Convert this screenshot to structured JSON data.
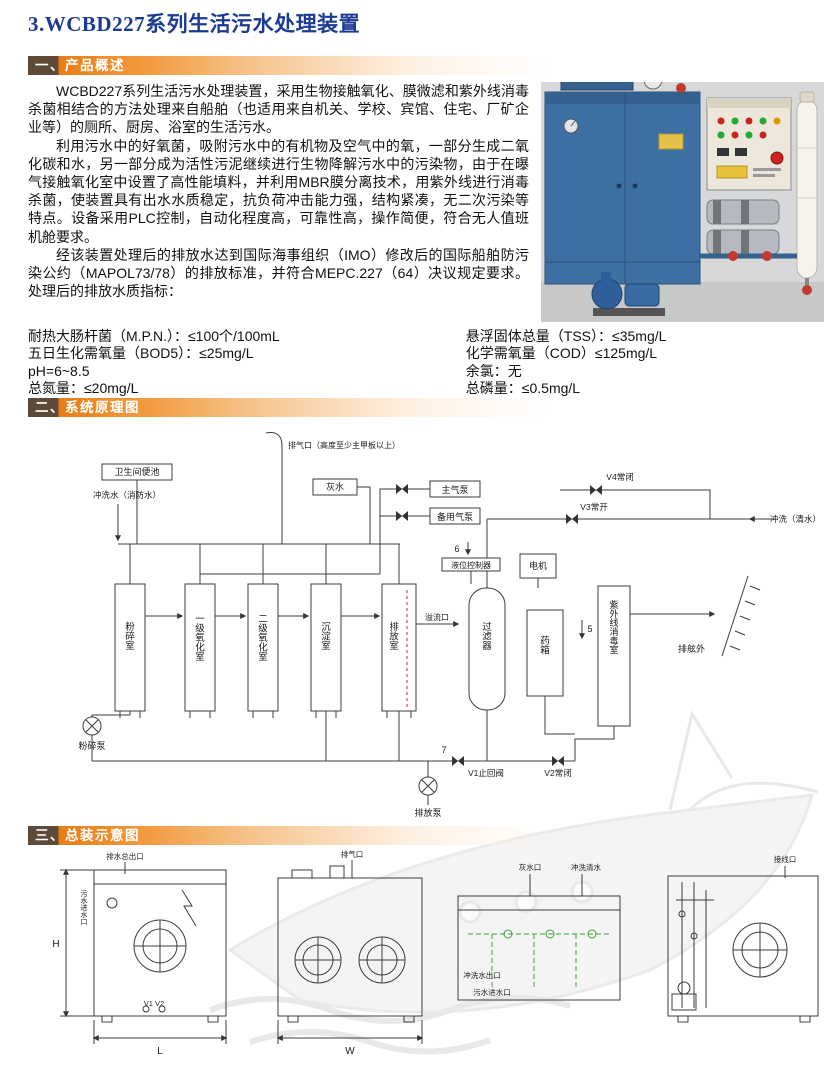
{
  "page": {
    "title": "3.WCBD227系列生活污水处理装置"
  },
  "sections": {
    "overview": "一、产品概述",
    "schematic": "二、系统原理图",
    "assembly": "三、总装示意图"
  },
  "overview": {
    "p1": "WCBD227系列生活污水处理装置，采用生物接触氧化、膜微滤和紫外线消毒杀菌相结合的方法处理来自船舶（也适用来自机关、学校、宾馆、住宅、厂矿企业等）的厕所、厨房、浴室的生活污水。",
    "p2": "利用污水中的好氧菌，吸附污水中的有机物及空气中的氧，一部分生成二氧化碳和水，另一部分成为活性污泥继续进行生物降解污水中的污染物，由于在曝气接触氧化室中设置了高性能填料，并利用MBR膜分离技术，用紫外线进行消毒杀菌，使装置具有出水水质稳定，抗负荷冲击能力强，结构紧凑，无二次污染等特点。设备采用PLC控制，自动化程度高，可靠性高，操作简便，符合无人值班机舱要求。",
    "p3": "经该装置处理后的排放水达到国际海事组织（IMO）修改后的国际船舶防污染公约（MAPOL73/78）的排放标准，并符合MEPC.227（64）决议规定要求。处理后的排放水质指标：",
    "specs_left": [
      "耐热大肠杆菌（M.P.N.）：≤100个/100mL",
      "五日生化需氧量（BOD5）：≤25mg/L",
      "pH=6~8.5",
      "总氮量：≤20mg/L"
    ],
    "specs_right": [
      "悬浮固体总量（TSS）：≤35mg/L",
      "化学需氧量（COD）≤125mg/L",
      "余氯：无",
      "总磷量：≤0.5mg/L"
    ]
  },
  "schematic": {
    "vent_label": "排气口（高度至少主甲板以上）",
    "toilet": "卫生间便池",
    "flush_fire": "冲洗水（消防水）",
    "grey_water": "灰水",
    "air_pump_main": "主气泵",
    "air_pump_backup": "备用气泵",
    "v4": "V4常闭",
    "v3": "V3常开",
    "flush_clean": "冲洗（清水）",
    "level_ctrl": "液位控制器",
    "motor": "电机",
    "tank1": "粉碎室",
    "tank2": "一级氧化室",
    "tank3": "二级氧化室",
    "tank4": "沉淀室",
    "tank5": "排放室",
    "overflow": "溢流口",
    "filter": "过滤器",
    "chem_box": "药箱",
    "uv": "紫外线消毒室",
    "overboard": "排舷外",
    "pump_crush": "粉碎泵",
    "v1": "V1止回阀",
    "v2": "V2常闭",
    "pump_discharge": "排放泵",
    "n5": "5",
    "n6": "6",
    "n7": "7"
  },
  "assembly": {
    "d1_outlet": "排水总出口",
    "d1_inlet": "污水进水口",
    "d1_valves": "V1 V2",
    "dim_h": "H",
    "dim_l": "L",
    "dim_w": "W",
    "d2_vent": "排气口",
    "d3_grey": "灰水口",
    "d3_flush": "冲洗清水",
    "d3_out": "冲洗水出口",
    "d3_inlet": "污水进水口",
    "d4_conn": "接线口"
  }
}
